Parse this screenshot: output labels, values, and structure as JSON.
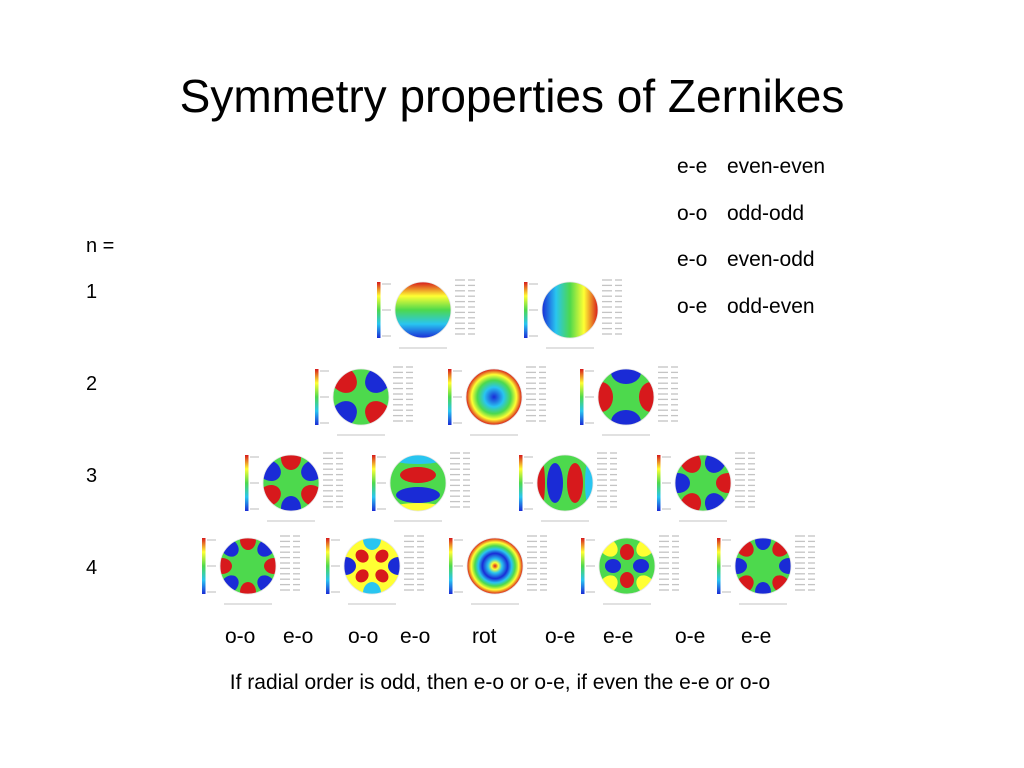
{
  "title": "Symmetry properties of Zernikes",
  "legend": [
    {
      "code": "e-e",
      "desc": "even-even"
    },
    {
      "code": "o-o",
      "desc": "odd-odd"
    },
    {
      "code": "e-o",
      "desc": "even-odd"
    },
    {
      "code": "o-e",
      "desc": "odd-even"
    }
  ],
  "n_header": "n =",
  "rows": [
    {
      "n": "1",
      "panels": [
        {
          "mode": "tilt-y"
        },
        {
          "mode": "tilt-x"
        }
      ]
    },
    {
      "n": "2",
      "panels": [
        {
          "mode": "astig-45"
        },
        {
          "mode": "defocus"
        },
        {
          "mode": "astig-0"
        }
      ]
    },
    {
      "n": "3",
      "panels": [
        {
          "mode": "trefoil-a"
        },
        {
          "mode": "coma-y"
        },
        {
          "mode": "coma-x"
        },
        {
          "mode": "trefoil-b"
        }
      ]
    },
    {
      "n": "4",
      "panels": [
        {
          "mode": "tetrafoil-a"
        },
        {
          "mode": "sec-astig-a"
        },
        {
          "mode": "spherical"
        },
        {
          "mode": "sec-astig-b"
        },
        {
          "mode": "tetrafoil-b"
        }
      ]
    }
  ],
  "bottom_labels": [
    "o-o",
    "e-o",
    "o-o",
    "e-o",
    "rot",
    "o-e",
    "e-e",
    "o-e",
    "e-e"
  ],
  "caption": "If radial order is odd, then e-o or o-e, if even the e-e or o-o",
  "colors": {
    "red": "#d7191c",
    "yellow": "#ffff33",
    "green": "#4dd94d",
    "cyan": "#29c5f0",
    "blue": "#1a2bd6"
  }
}
